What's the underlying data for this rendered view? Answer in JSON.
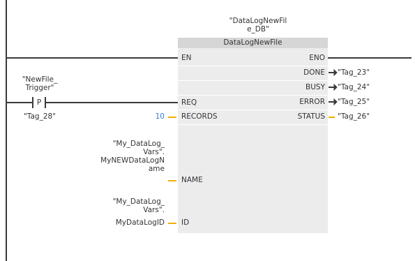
{
  "instance_db": {
    "line1": "\"DataLogNewFil",
    "line2": "e_DB\""
  },
  "block": {
    "title": "DataLogNewFile",
    "inputs": {
      "en": "EN",
      "req": "REQ",
      "records": "RECORDS",
      "name": "NAME",
      "id": "ID"
    },
    "outputs": {
      "eno": "ENO",
      "done": "DONE",
      "busy": "BUSY",
      "error": "ERROR",
      "status": "STATUS"
    }
  },
  "contact": {
    "tag_line1": "\"NewFile_",
    "tag_line2": "Trigger\"",
    "symbol": "P",
    "edge_tag": "\"Tag_28\""
  },
  "params": {
    "records_value": "10",
    "name_param": {
      "line1": "\"My_DataLog_",
      "line2": "Vars\".",
      "line3": "MyNEWDataLogN",
      "line4": "ame"
    },
    "id_param": {
      "line1": "\"My_DataLog_",
      "line2": "Vars\".",
      "line3": "MyDataLogID"
    }
  },
  "output_tags": {
    "done": "\"Tag_23\"",
    "busy": "\"Tag_24\"",
    "error": "\"Tag_25\"",
    "status": "\"Tag_26\""
  },
  "colors": {
    "wire": "#3a3a3a",
    "block": "#ececec",
    "block_title": "#d6d6d6",
    "param_connector": "#f0b000",
    "text": "#333333"
  }
}
